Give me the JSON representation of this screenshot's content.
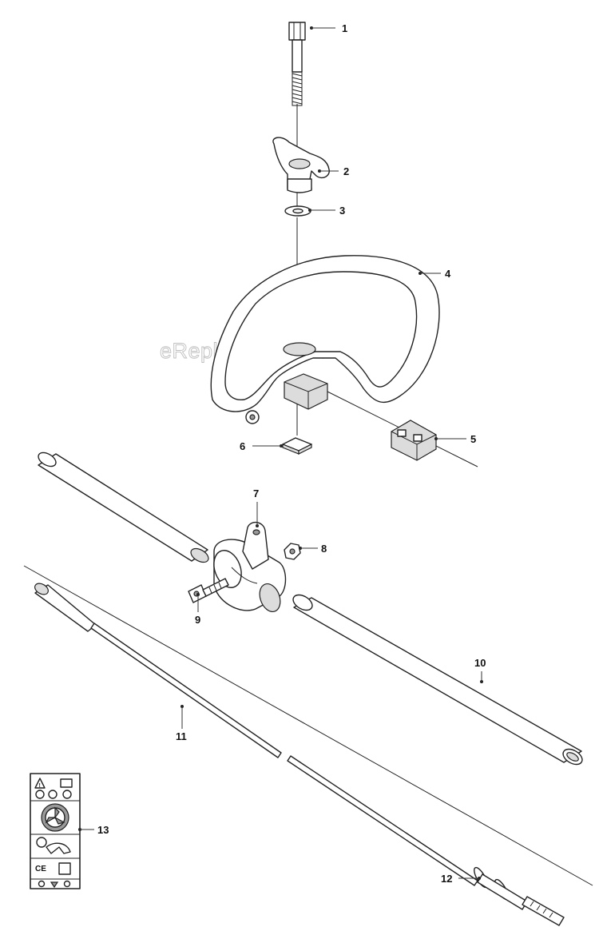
{
  "watermark": "eReplacementParts.com",
  "callouts": {
    "c1": "1",
    "c2": "2",
    "c3": "3",
    "c4": "4",
    "c5": "5",
    "c6": "6",
    "c7": "7",
    "c8": "8",
    "c9": "9",
    "c10": "10",
    "c11": "11",
    "c12": "12",
    "c13": "13"
  },
  "decal": {
    "ce_mark": "CE"
  },
  "icons": {
    "warning": "warning-triangle-icon",
    "book": "manual-book-icon",
    "blade": "rotating-blade-icon",
    "operator": "operator-safety-icon"
  }
}
